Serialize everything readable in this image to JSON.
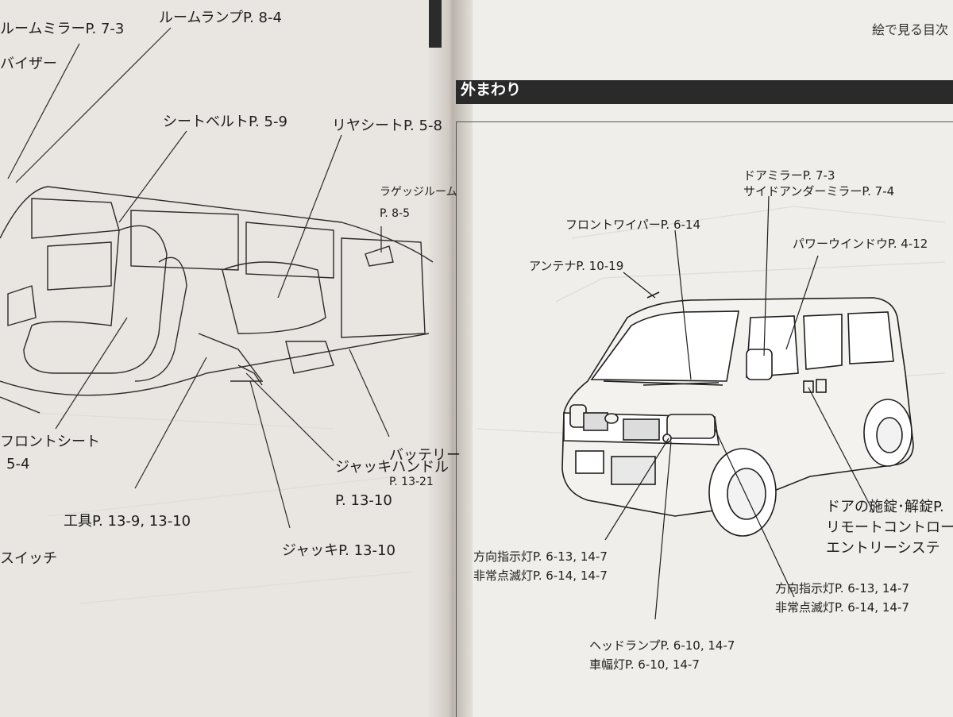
{
  "left_page": {
    "labels": {
      "room_mirror": "ルームミラーP. 7-3",
      "room_lamp": "ルームランプP. 8-4",
      "visor": "バイザー",
      "seat_belt": "シートベルトP. 5-9",
      "rear_seat": "リヤシートP. 5-8",
      "luggage": "ラゲッジルーム",
      "luggage_page": "P. 8-5",
      "front_seat": "フロントシート",
      "front_seat_page": "5-4",
      "tools": "工具P. 13-9, 13-10",
      "jack_handle": "ジャッキハンドル",
      "jack_handle_page": "P. 13-10",
      "jack": "ジャッキP. 13-10",
      "battery": "バッテリー",
      "battery_page": "P. 13-21",
      "switch": "スイッチ"
    }
  },
  "right_page": {
    "header": "絵で見る目次",
    "section_title": "外まわり",
    "labels": {
      "door_mirror": "ドアミラーP. 7-3",
      "side_under_mirror": "サイドアンダーミラーP. 7-4",
      "front_wiper": "フロントワイパーP. 6-14",
      "power_window": "パワーウインドウP. 4-12",
      "antenna": "アンテナP. 10-19",
      "door_lock": "ドアの施錠･解錠P.",
      "remote_control": "リモートコントロー",
      "entry_system": "エントリーシステ",
      "turn_signal_left": "方向指示灯P. 6-13, 14-7",
      "hazard_left": "非常点滅灯P. 6-14, 14-7",
      "turn_signal_right": "方向指示灯P. 6-13, 14-7",
      "hazard_right": "非常点滅灯P. 6-14, 14-7",
      "headlamp": "ヘッドランプP. 6-10, 14-7",
      "side_lamp": "車幅灯P. 6-10, 14-7"
    }
  },
  "colors": {
    "bar": "#2a2a2a",
    "ink": "#1e1e1e",
    "paper": "#efede9"
  }
}
